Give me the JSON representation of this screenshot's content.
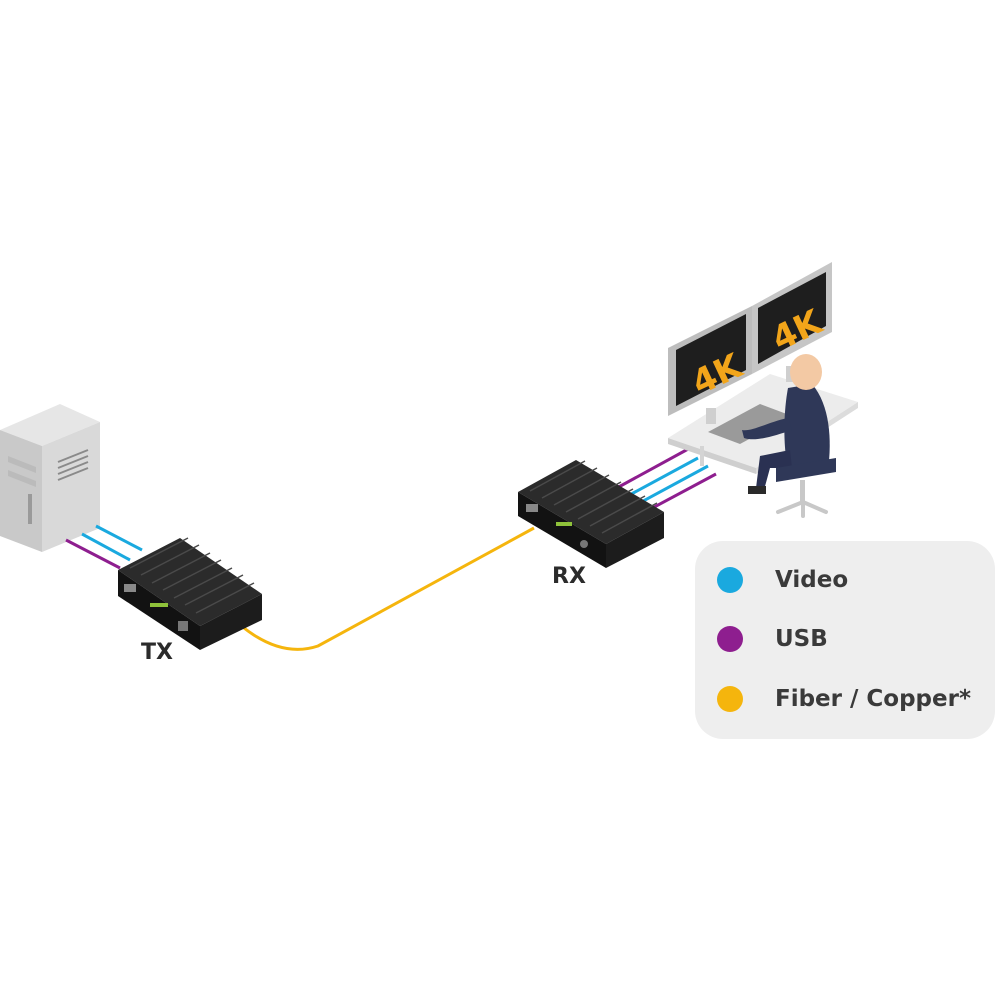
{
  "devices": {
    "tx_label": "TX",
    "rx_label": "RX"
  },
  "monitors": {
    "left_text": "4K",
    "right_text": "4K"
  },
  "legend": {
    "items": [
      {
        "label": "Video",
        "color": "#1aa9df"
      },
      {
        "label": "USB",
        "color": "#8e1e8f"
      },
      {
        "label": "Fiber / Copper*",
        "color": "#f5b50d"
      }
    ]
  }
}
